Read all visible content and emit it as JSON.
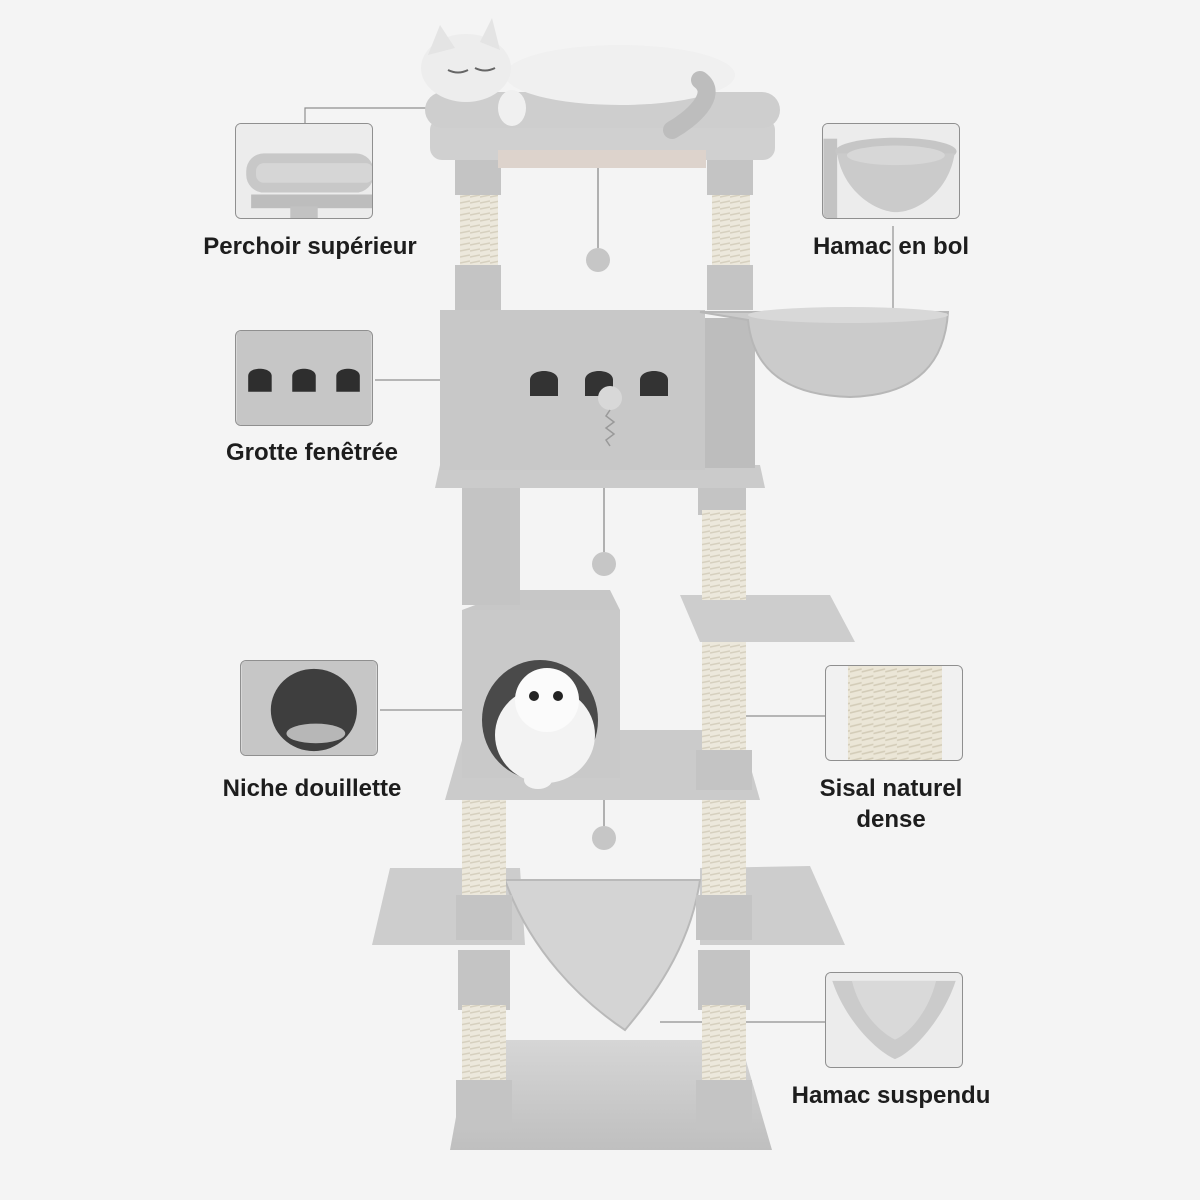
{
  "features": {
    "top_perch": {
      "label": "Perchoir supérieur",
      "icon": "top-perch-thumbnail"
    },
    "bowl_hammock": {
      "label": "Hamac en bol",
      "icon": "bowl-hammock-thumbnail"
    },
    "window_cave": {
      "label": "Grotte fenêtrée",
      "icon": "window-cave-thumbnail"
    },
    "cozy_condo": {
      "label": "Niche douillette",
      "icon": "cozy-condo-thumbnail"
    },
    "sisal": {
      "label_line1": "Sisal naturel",
      "label_line2": "dense",
      "icon": "sisal-post-thumbnail"
    },
    "hanging_hammock": {
      "label": "Hamac suspendu",
      "icon": "hanging-hammock-thumbnail"
    }
  },
  "colors": {
    "background": "#f4f4f4",
    "plush": "#cfcfcf",
    "plush_dark": "#b9b9b9",
    "sisal": "#ece8dc",
    "label_text": "#1d1d1d",
    "leader_line": "#8f8f8f"
  }
}
